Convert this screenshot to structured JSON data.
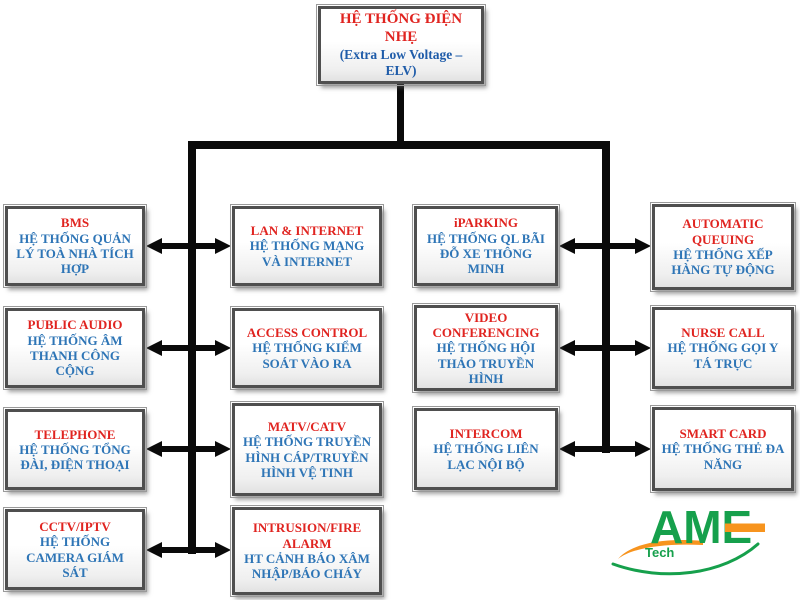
{
  "colors": {
    "title_red": "#E02420",
    "subtitle_blue": "#2E75B6",
    "root_blue": "#1F5CA9",
    "line_black": "#0A0A0A",
    "border_gray": "#4F4F4F",
    "logo_green": "#16A04C",
    "logo_orange": "#F7941E"
  },
  "root": {
    "title": "HỆ THỐNG ĐIỆN NHẸ",
    "subtitle": "(Extra Low Voltage – ELV)"
  },
  "columns": [
    {
      "nodes": [
        {
          "title": "BMS",
          "subtitle": "HỆ THỐNG QUẢN LÝ TOÀ NHÀ TÍCH HỢP"
        },
        {
          "title": "PUBLIC AUDIO",
          "subtitle": "HỆ THỐNG ÂM THANH CÔNG CỘNG"
        },
        {
          "title": "TELEPHONE",
          "subtitle": "HỆ THỐNG TỔNG ĐÀI, ĐIỆN THOẠI"
        },
        {
          "title": "CCTV/IPTV",
          "subtitle": "HỆ THỐNG CAMERA GIÁM SÁT"
        }
      ]
    },
    {
      "nodes": [
        {
          "title": "LAN & INTERNET",
          "subtitle": "HỆ THỐNG MẠNG VÀ INTERNET"
        },
        {
          "title": "ACCESS CONTROL",
          "subtitle": "HỆ THỐNG KIỂM SOÁT VÀO RA"
        },
        {
          "title": "MATV/CATV",
          "subtitle": "HỆ THỐNG TRUYỀN HÌNH CÁP/TRUYỀN HÌNH VỆ TINH"
        },
        {
          "title": "INTRUSION/FIRE ALARM",
          "subtitle": "HT CẢNH BÁO XÂM NHẬP/BÁO CHÁY"
        }
      ]
    },
    {
      "nodes": [
        {
          "title": "iPARKING",
          "subtitle": "HỆ THỐNG QL BÃI ĐỖ XE THÔNG MINH"
        },
        {
          "title": "VIDEO CONFERENCING",
          "subtitle": "HỆ THỐNG HỘI THẢO TRUYỀN HÌNH"
        },
        {
          "title": "INTERCOM",
          "subtitle": "HỆ THỐNG LIÊN LẠC NỘI BỘ"
        }
      ]
    },
    {
      "nodes": [
        {
          "title": "AUTOMATIC QUEUING",
          "subtitle": "HỆ THỐNG XẾP HÀNG TỰ ĐỘNG"
        },
        {
          "title": "NURSE CALL",
          "subtitle": "HỆ THỐNG GỌI Y TÁ TRỰC"
        },
        {
          "title": "SMART CARD",
          "subtitle": "HỆ THỐNG THẺ ĐA NĂNG"
        }
      ]
    }
  ],
  "logo": {
    "brand": "AME",
    "sub": "Tech"
  }
}
